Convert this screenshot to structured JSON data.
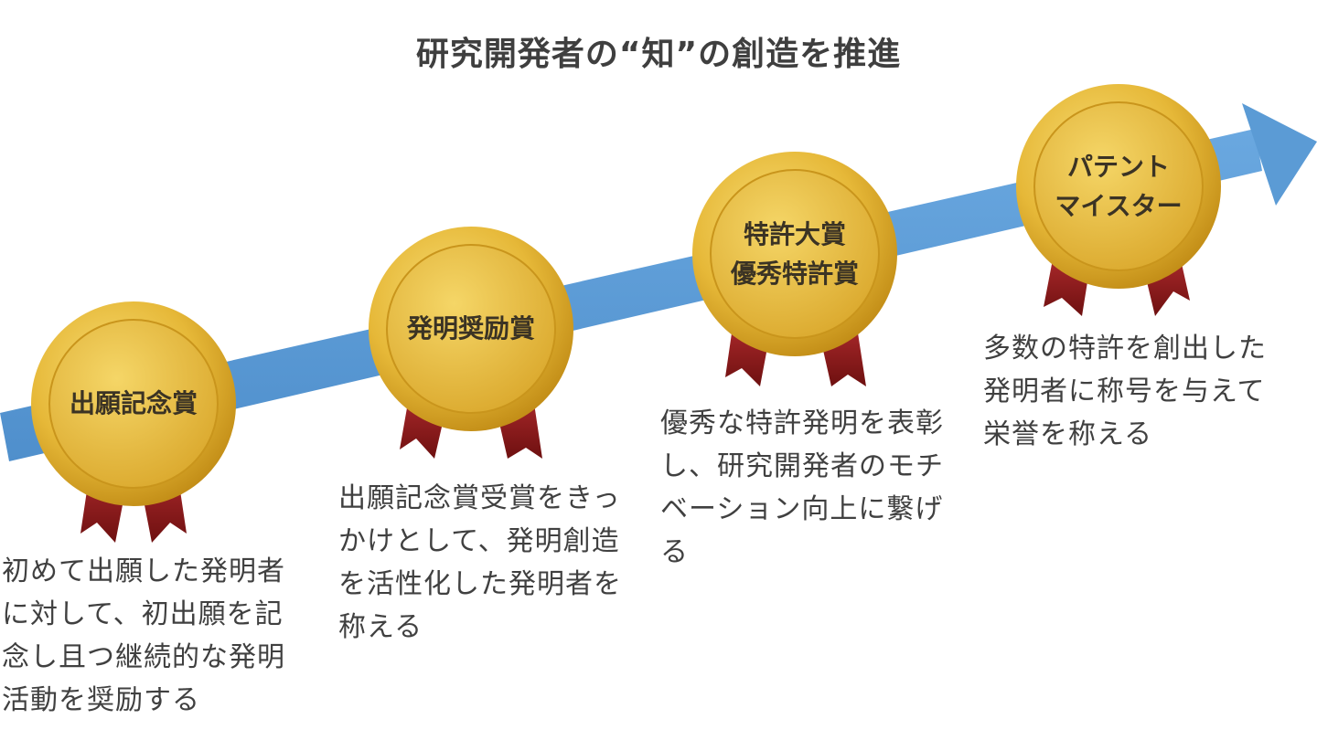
{
  "title": "研究開発者の“知”の創造を推進",
  "colors": {
    "arrow": "#5b9bd5",
    "medal_gold": "#e3b53a",
    "medal_rim": "#c28e14",
    "ribbon": "#8b1c1c"
  },
  "stages": [
    {
      "medal_label": "出願記念賞",
      "description": "初めて出願した発明者\nに対して、初出願を記\n念し且つ継続的な発明\n活動を奨励する"
    },
    {
      "medal_label": "発明奨励賞",
      "description": "出願記念賞受賞をきっ\nかけとして、発明創造\nを活性化した発明者を\n称える"
    },
    {
      "medal_label": "特許大賞\n優秀特許賞",
      "description": "優秀な特許発明を表彰\nし、研究開発者のモチ\nベーション向上に繋げ\nる"
    },
    {
      "medal_label": "パテント\nマイスター",
      "description": "多数の特許を創出した\n発明者に称号を与えて\n栄誉を称える"
    }
  ]
}
